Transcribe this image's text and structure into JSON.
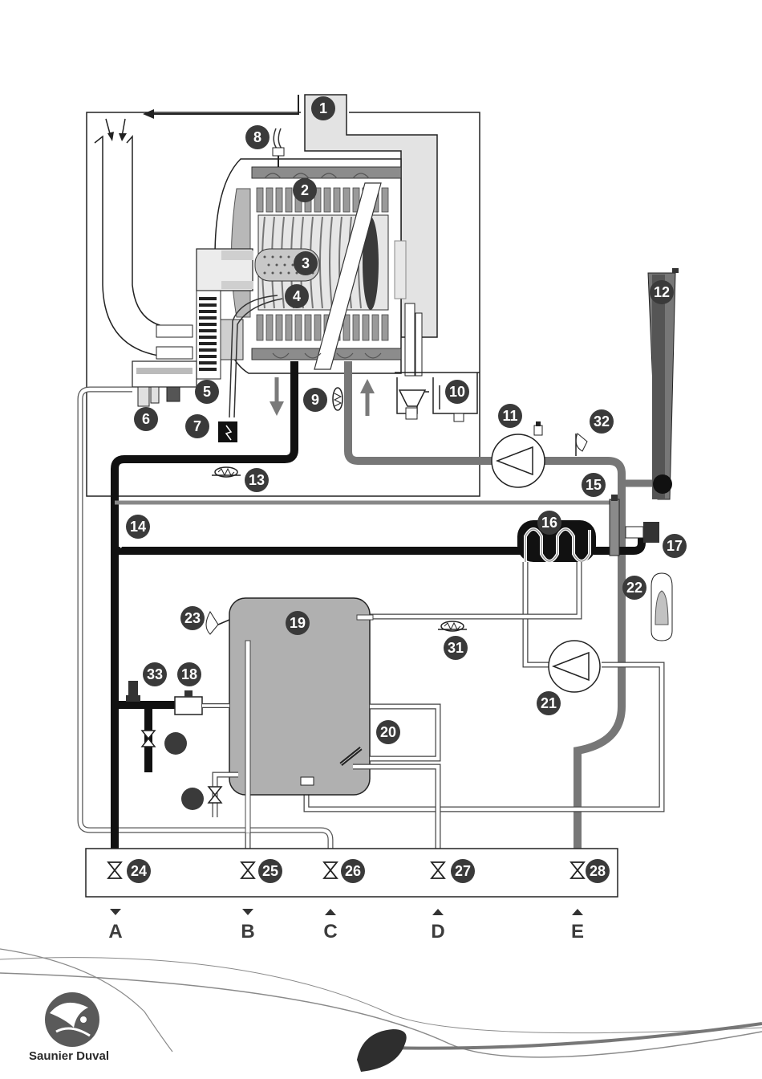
{
  "diagram": {
    "component_numbers": [
      "1",
      "2",
      "3",
      "4",
      "5",
      "6",
      "7",
      "8",
      "9",
      "10",
      "11",
      "12",
      "13",
      "14",
      "15",
      "16",
      "17",
      "18",
      "19",
      "20",
      "21",
      "22",
      "23",
      "24",
      "25",
      "26",
      "27",
      "28",
      "31",
      "32",
      "33"
    ],
    "connections": [
      "A",
      "B",
      "C",
      "D",
      "E"
    ]
  },
  "footer": {
    "brand_name": "Saunier Duval"
  },
  "colors": {
    "dark_pipe": "#111111",
    "grey_pipe": "#8a8a8a",
    "light_grey": "#c8c8c8",
    "tank_fill": "#b0b0b0",
    "label_bg": "#3a3a3a"
  }
}
